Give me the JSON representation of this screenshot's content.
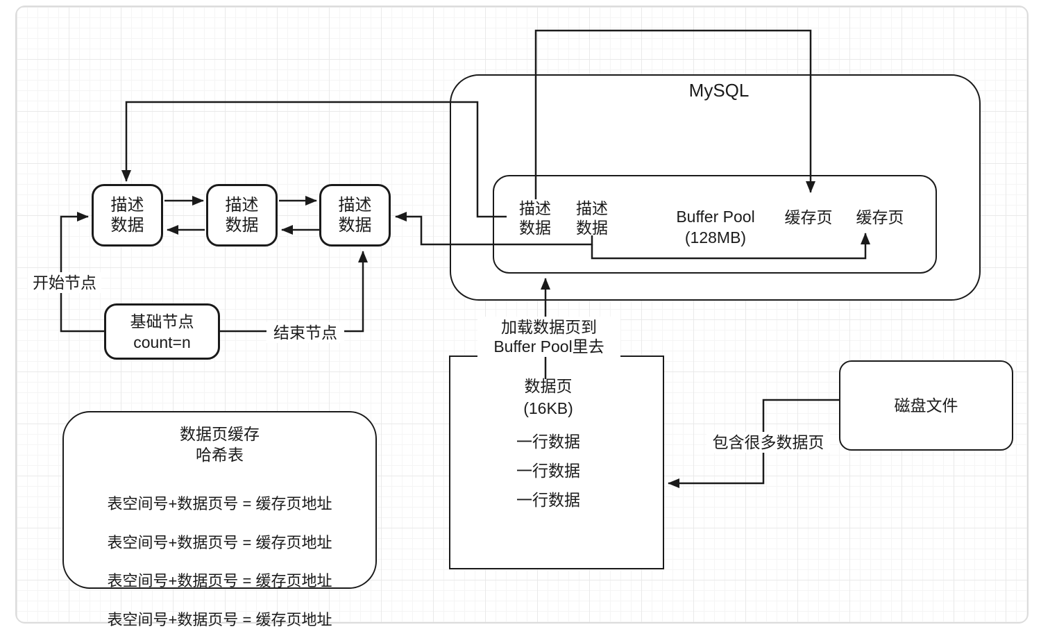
{
  "mysql": {
    "title": "MySQL"
  },
  "buffer_pool": {
    "title": "Buffer Pool\n(128MB)",
    "desc_labels": [
      "描述\n数据",
      "描述\n数据"
    ],
    "cache_pages": [
      "缓存页",
      "缓存页"
    ]
  },
  "chain": {
    "nodes": [
      "描述\n数据",
      "描述\n数据",
      "描述\n数据"
    ]
  },
  "base_node": {
    "label": "基础节点\ncount=n"
  },
  "edge_labels": {
    "start": "开始节点",
    "end": "结束节点",
    "load": "加载数据页到\nBuffer Pool里去",
    "contains": "包含很多数据页"
  },
  "hash_box": {
    "title": "数据页缓存\n哈希表",
    "rows": [
      "表空间号+数据页号 = 缓存页地址",
      "表空间号+数据页号 = 缓存页地址",
      "表空间号+数据页号 = 缓存页地址",
      "表空间号+数据页号 = 缓存页地址"
    ]
  },
  "data_page": {
    "title": "数据页\n(16KB)",
    "rows": [
      "一行数据",
      "一行数据",
      "一行数据"
    ]
  },
  "disk": {
    "label": "磁盘文件"
  }
}
